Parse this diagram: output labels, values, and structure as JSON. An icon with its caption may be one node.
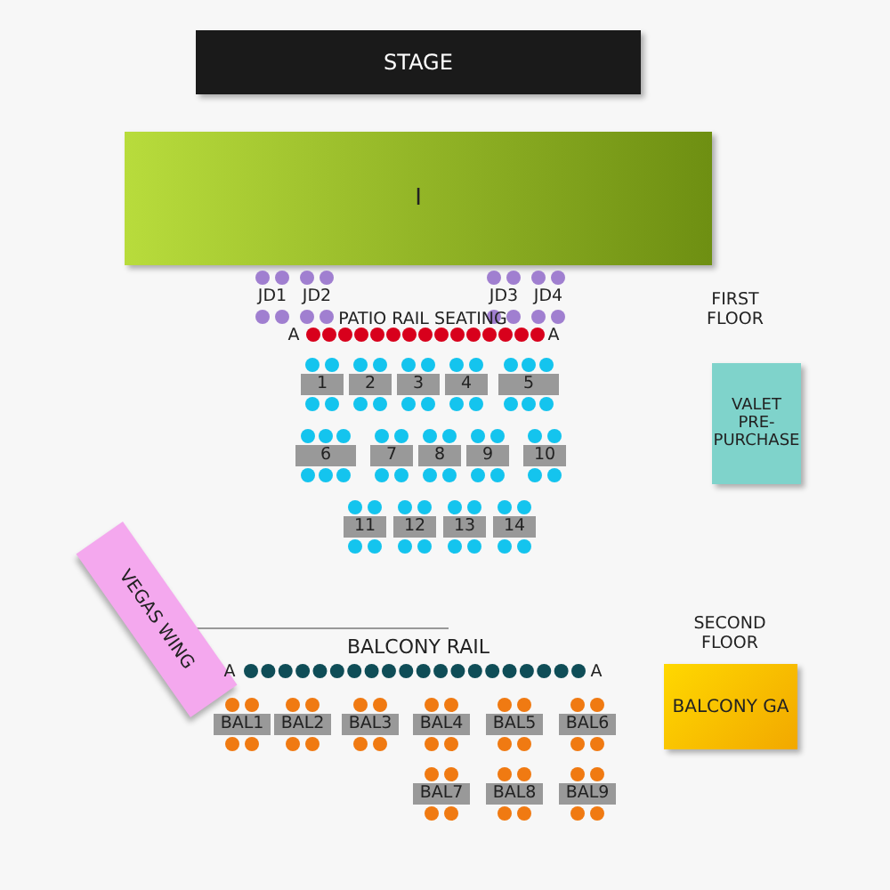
{
  "diagram": {
    "nodes": [
      {
        "text": [
          "STAGE"
        ]
      },
      {
        "text": [
          "I"
        ]
      },
      {
        "text": [
          "JD1"
        ]
      },
      {
        "text": [
          "JD2"
        ]
      },
      {
        "text": [
          "JD3"
        ]
      },
      {
        "text": [
          "JD4"
        ]
      },
      {
        "text": [
          "1"
        ]
      },
      {
        "text": [
          "2"
        ]
      },
      {
        "text": [
          "3"
        ]
      },
      {
        "text": [
          "4"
        ]
      },
      {
        "text": [
          "5"
        ]
      },
      {
        "text": [
          "6"
        ]
      },
      {
        "text": [
          "7"
        ]
      },
      {
        "text": [
          "8"
        ]
      },
      {
        "text": [
          "9"
        ]
      },
      {
        "text": [
          "10"
        ]
      },
      {
        "text": [
          "11"
        ]
      },
      {
        "text": [
          "12"
        ]
      },
      {
        "text": [
          "13"
        ]
      },
      {
        "text": [
          "14"
        ]
      },
      {
        "text": [
          "VALET PRE-PURCHASE"
        ]
      },
      {
        "text": [
          "VEGAS WING"
        ]
      },
      {
        "text": [
          "BAL1"
        ]
      },
      {
        "text": [
          "BAL2"
        ]
      },
      {
        "text": [
          "BAL3"
        ]
      },
      {
        "text": [
          "BAL4"
        ]
      },
      {
        "text": [
          "BAL5"
        ]
      },
      {
        "text": [
          "BAL6"
        ]
      },
      {
        "text": [
          "BAL7"
        ]
      },
      {
        "text": [
          "BAL8"
        ]
      },
      {
        "text": [
          "BAL9"
        ]
      },
      {
        "text": [
          "BALCONY GA"
        ]
      }
    ],
    "labels": [
      "FIRST FLOOR",
      "PATIO RAIL SEATING",
      "A",
      "A",
      "SECOND FLOOR",
      "BALCONY RAIL",
      "A",
      "A"
    ]
  }
}
